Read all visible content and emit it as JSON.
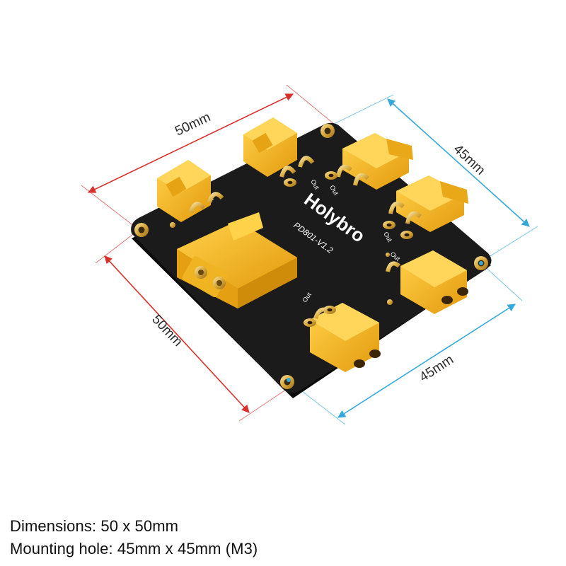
{
  "board": {
    "brand": "Holybro",
    "model": "PD801-V1.2",
    "out_label": "Out",
    "plus": "+"
  },
  "dimensions": {
    "top_left": "50mm",
    "left_bottom": "50mm",
    "top_right": "45mm",
    "bottom_right": "45mm"
  },
  "captions": {
    "line1": "Dimensions: 50 x 50mm",
    "line2": "Mounting hole: 45mm x 45mm (M3)"
  },
  "colors": {
    "board": "#1b1b1b",
    "connector": "#f2b21b",
    "red_dim": "#d9302c",
    "blue_dim": "#35a8dc"
  }
}
